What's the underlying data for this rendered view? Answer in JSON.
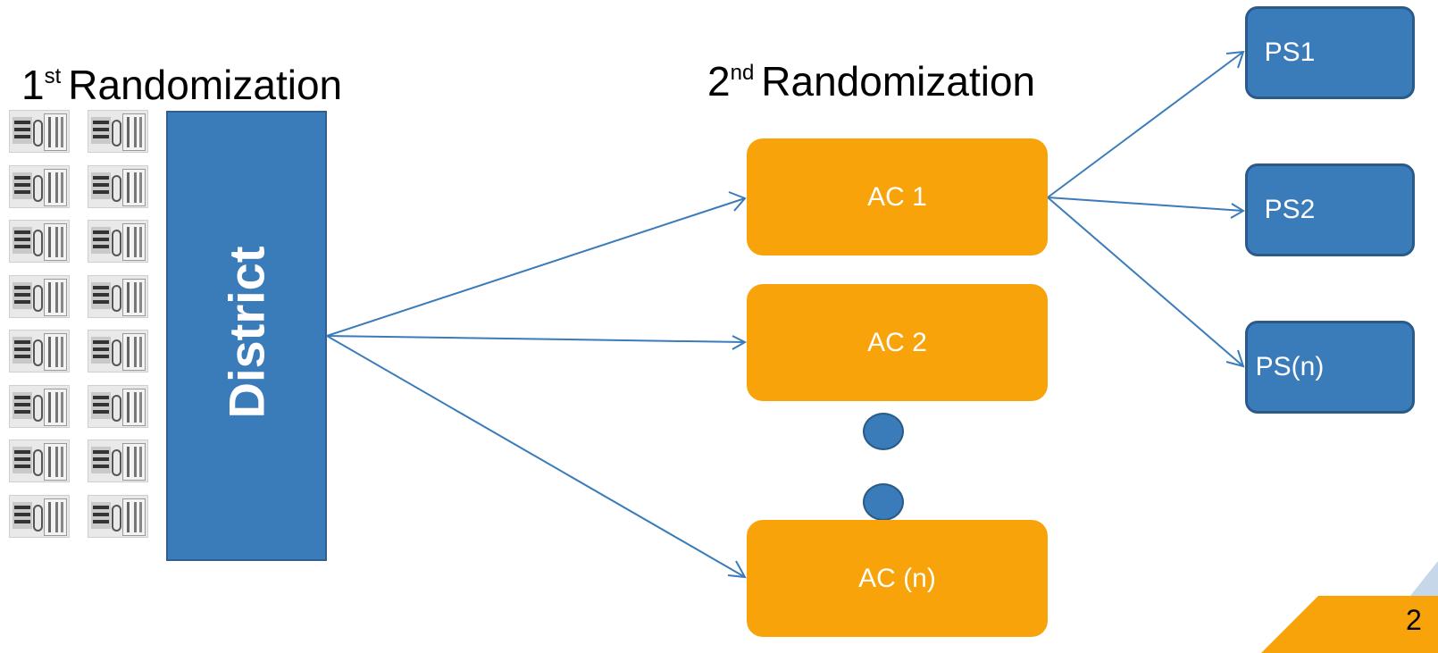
{
  "headings": {
    "first": {
      "number": "1",
      "suffix": "st",
      "text": "Randomization"
    },
    "second": {
      "number": "2",
      "suffix": "nd",
      "text": "Randomization"
    }
  },
  "district": {
    "label": "District"
  },
  "assembly_constituencies": {
    "ac1": "AC 1",
    "ac2": "AC 2",
    "acn": "AC (n)"
  },
  "polling_stations": {
    "ps1": "PS1",
    "ps2": "PS2",
    "psn": "PS(n)"
  },
  "evm_icons": {
    "icon": "evm-machine-icon",
    "rows": 8,
    "columns": 2
  },
  "page_number": "2",
  "colors": {
    "blue": "#3a7bba",
    "blue_border": "#2a5a88",
    "orange": "#f7a309",
    "arrow": "#3a7bba",
    "corner_light": "#c7d7ea"
  }
}
